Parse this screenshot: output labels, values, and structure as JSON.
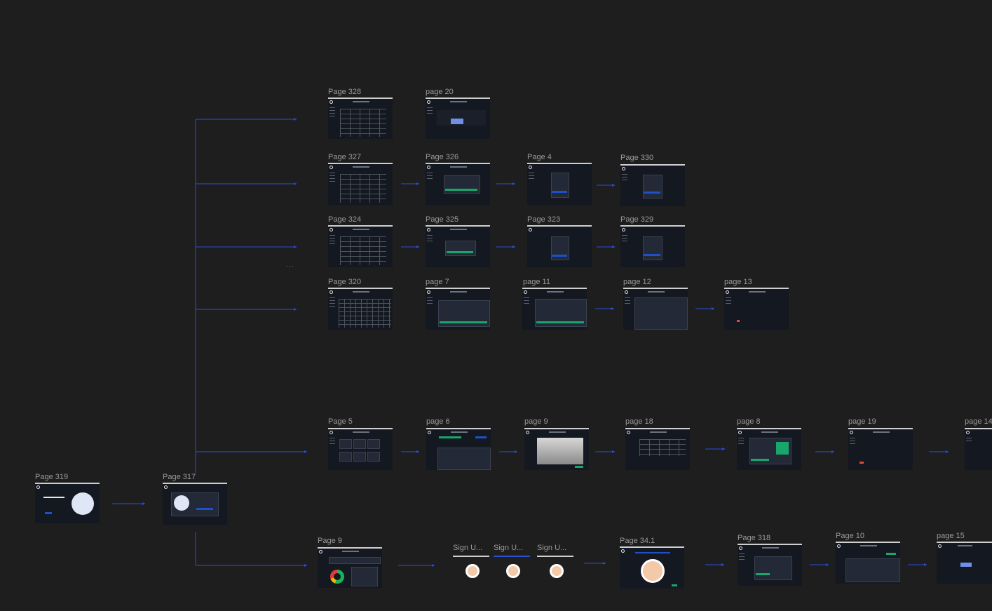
{
  "canvas": {
    "background": "#1e1e1e",
    "connector_color": "#2c4fd6",
    "frame_bg": "#141820"
  },
  "frames": {
    "p328": "Page 328",
    "p20": "page 20",
    "p327": "Page 327",
    "p326": "Page 326",
    "p4": "Page 4",
    "p330": "Page 330",
    "p324": "Page 324",
    "p325": "Page 325",
    "p323": "Page 323",
    "p329": "Page 329",
    "p320": "Page 320",
    "p7": "page 7",
    "p11": "page 11",
    "p12": "page 12",
    "p13": "page 13",
    "p5": "Page 5",
    "p6": "page 6",
    "p9a": "page 9",
    "p18": "page 18",
    "p8": "page 8",
    "p19": "page 19",
    "p14": "page 14",
    "p319": "Page 319",
    "p317": "Page 317",
    "p9b": "Page 9",
    "su1": "Sign U...",
    "su2": "Sign U...",
    "su3": "Sign U...",
    "p341": "Page 34.1",
    "p318": "Page 318",
    "p10": "Page 10",
    "p15": "page 15"
  },
  "icons": {
    "more": "more-horizontal-icon"
  }
}
